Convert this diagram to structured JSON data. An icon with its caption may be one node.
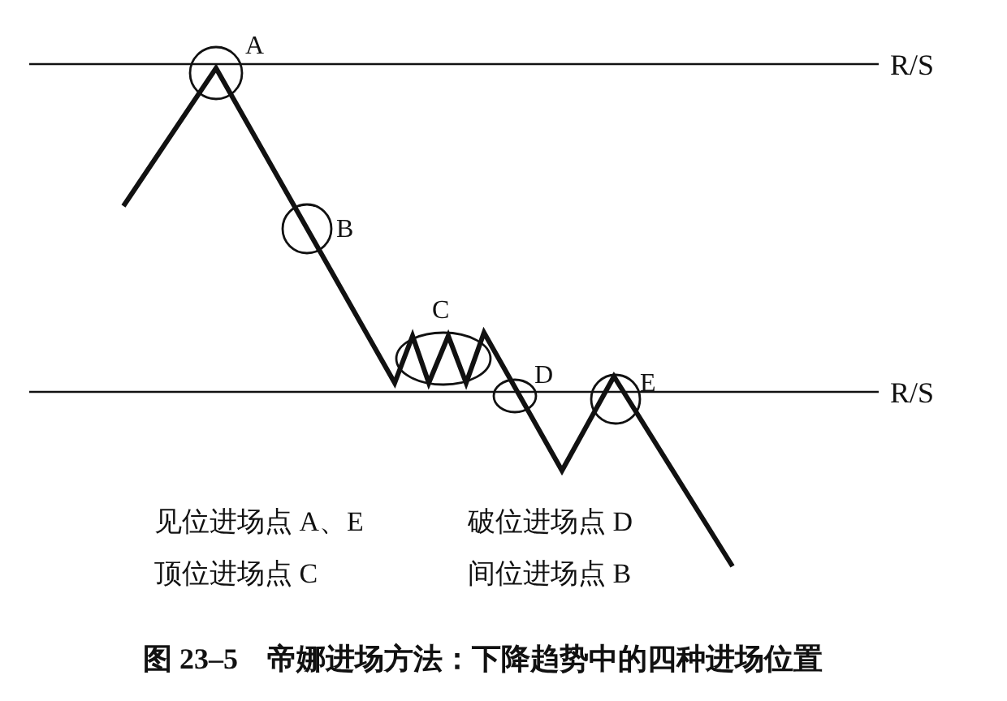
{
  "diagram": {
    "caption": "图 23–5　帝娜进场方法：下降趋势中的四种进场位置",
    "nodes": [
      {
        "text": [],
        "shape": "circle",
        "beside": [
          "A"
        ]
      },
      {
        "text": [],
        "shape": "circle",
        "beside": [
          "B"
        ]
      },
      {
        "text": [],
        "shape": "ellipse",
        "beside": [
          "C"
        ]
      },
      {
        "text": [],
        "shape": "ellipse",
        "beside": [
          "D"
        ]
      },
      {
        "text": [],
        "shape": "circle",
        "beside": [
          "E"
        ]
      }
    ],
    "labels": [
      "R/S",
      "R/S",
      "见位进场点 A、E",
      "破位进场点 D",
      "顶位进场点 C",
      "间位进场点 B"
    ]
  }
}
